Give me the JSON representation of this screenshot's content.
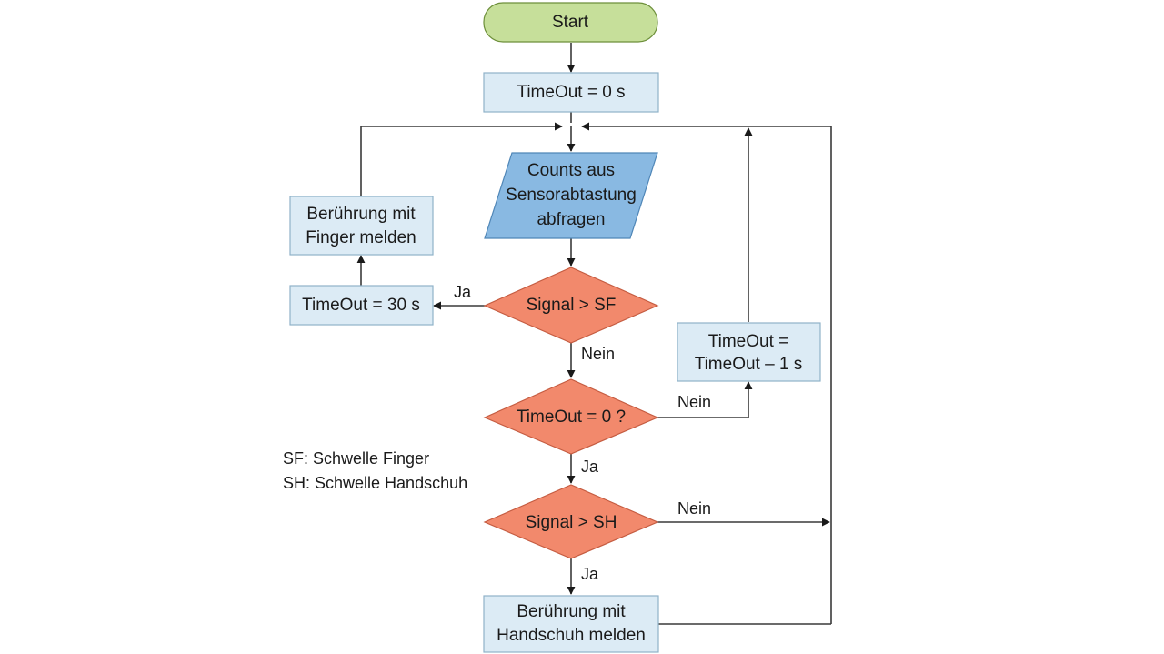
{
  "colors": {
    "terminal_fill": "#c6df9a",
    "terminal_stroke": "#6d8f3a",
    "process_fill": "#dcebf5",
    "process_stroke": "#8fb2c9",
    "io_fill": "#89b9e2",
    "io_stroke": "#4f86b7",
    "decision_fill": "#f2896c",
    "decision_stroke": "#c55c41",
    "line": "#3a3a3a"
  },
  "nodes": {
    "start": "Start",
    "timeout_init": "TimeOut = 0 s",
    "read_counts": [
      "Counts aus",
      "Sensorabtastung",
      "abfragen"
    ],
    "report_finger": [
      "Berührung mit",
      "Finger melden"
    ],
    "timeout_30": "TimeOut = 30 s",
    "signal_sf": "Signal > SF",
    "timeout_dec": [
      "TimeOut =",
      "TimeOut – 1 s"
    ],
    "timeout_zero": "TimeOut = 0 ?",
    "signal_sh": "Signal > SH",
    "report_glove": [
      "Berührung mit",
      "Handschuh melden"
    ]
  },
  "edges": {
    "sf_yes": "Ja",
    "sf_no": "Nein",
    "tz_no": "Nein",
    "tz_yes": "Ja",
    "sh_no": "Nein",
    "sh_yes": "Ja"
  },
  "legend": [
    "SF: Schwelle Finger",
    "SH: Schwelle Handschuh"
  ]
}
